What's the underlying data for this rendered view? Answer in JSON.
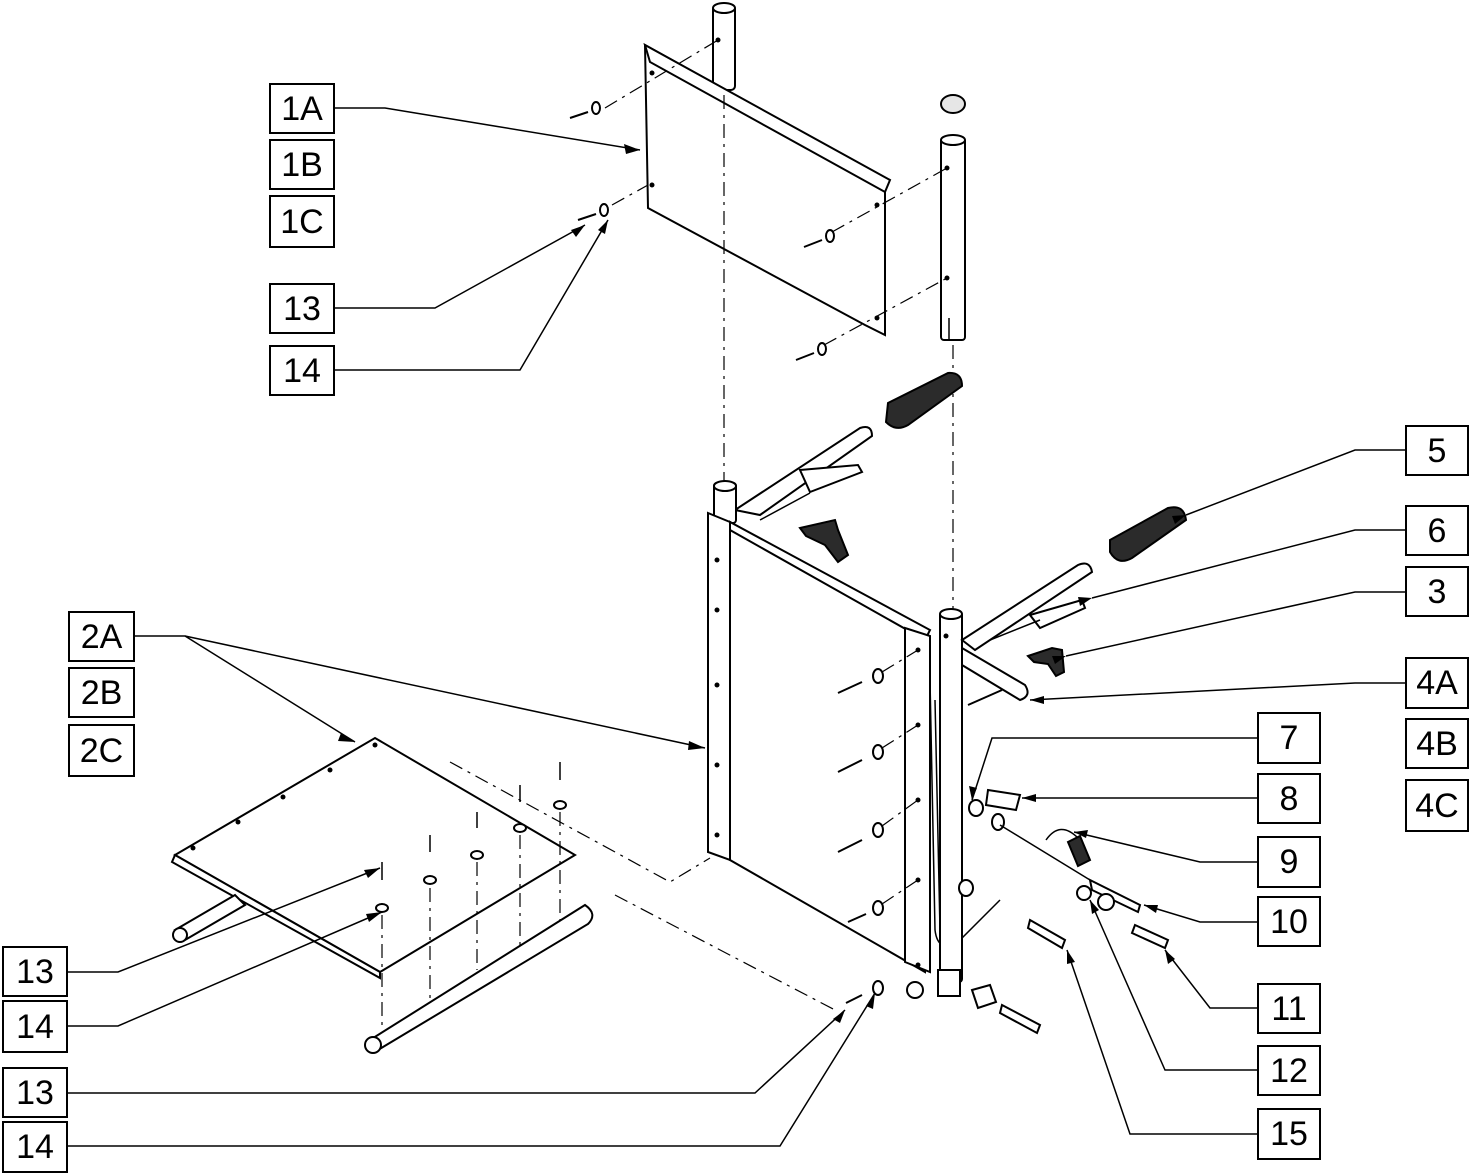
{
  "callouts": {
    "c1a": "1A",
    "c1b": "1B",
    "c1c": "1C",
    "c13a": "13",
    "c14a": "14",
    "c2a": "2A",
    "c2b": "2B",
    "c2c": "2C",
    "c13b": "13",
    "c14b": "14",
    "c13c": "13",
    "c14c": "14",
    "c5": "5",
    "c6": "6",
    "c3": "3",
    "c4a": "4A",
    "c4b": "4B",
    "c4c": "4C",
    "c7": "7",
    "c8": "8",
    "c9": "9",
    "c10": "10",
    "c11": "11",
    "c12": "12",
    "c15": "15"
  },
  "colors": {
    "line": "#000000",
    "background": "#ffffff",
    "grip": "#2b2b2b"
  }
}
